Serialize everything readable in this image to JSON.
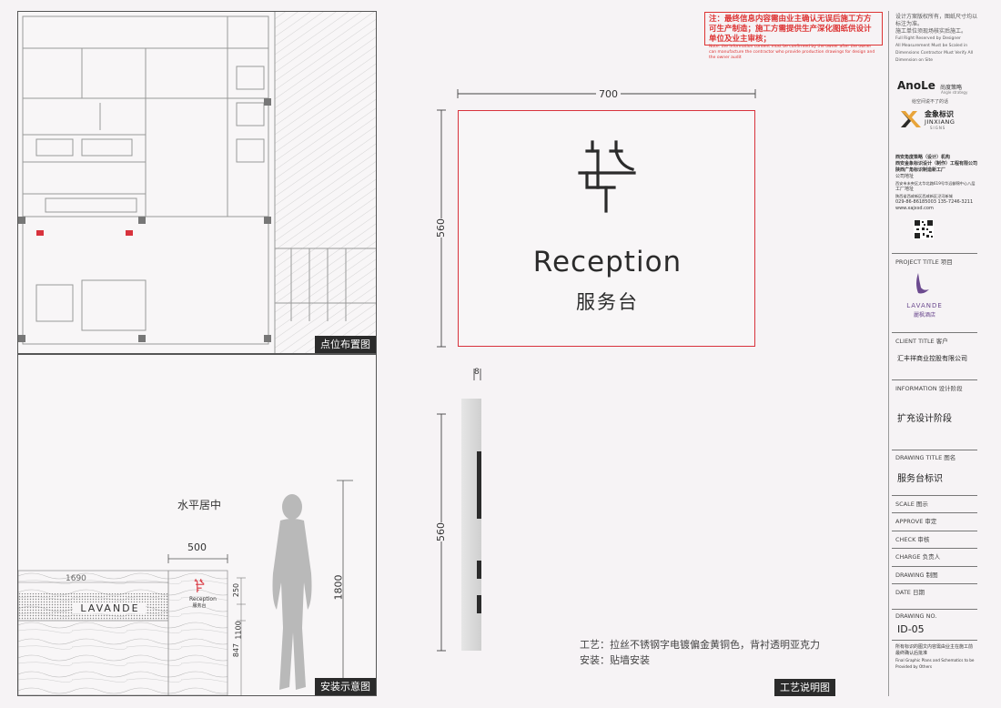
{
  "notice": {
    "main": "注：最终信息内容需由业主确认无误后施工方方可生产制造；施工方需提供生产深化图纸供设计单位及业主审核；",
    "sub": "Note: the information content must be confirmed by the owner after the owner can manufacture the contractor who provide production drawings for design and the owner audit"
  },
  "panels": {
    "plan_tag": "点位布置图",
    "install_tag": "安装示意图",
    "craft_tag": "工艺说明图"
  },
  "sign": {
    "width_dim": "700",
    "height_dim": "560",
    "title_en": "Reception",
    "title_cn": "服务台",
    "thickness_dim": "8",
    "side_height_dim": "560"
  },
  "install": {
    "center_note": "水平居中",
    "dim_500": "500",
    "dim_1690": "1690",
    "dim_1800": "1800",
    "dim_250": "250",
    "dim_1100": "1100",
    "dim_847": "847",
    "counter_brand": "LAVANDE",
    "small_sign_en": "Reception",
    "small_sign_cn": "服务台"
  },
  "craft": {
    "line1": "工艺：拉丝不锈钢字电镀偏金黄铜色，背衬透明亚克力",
    "line2": "安装：贴墙安装"
  },
  "title_block": {
    "intro_lines": [
      "设计方案版权所有，图纸尺寸均以标注为准。",
      "施工单位须现场核实后施工。",
      "Full Right Reserved by Designer",
      "All Measurement Must be Scaled in",
      "Dimensions Contractor Must Verify All",
      "Dimension on Site"
    ],
    "logo1_name": "AnoLe",
    "logo1_cn": "尚度策略",
    "logo1_sub": "Angle strategy",
    "logo1_slogan": "给空间说不了的话",
    "logo2_cn": "金象标识",
    "logo2_en": "JINXIANG",
    "logo2_sub": "SIGNS",
    "company_lines": [
      "西安角度策略（设计）机构",
      "西安金象标识设计（制作）工程有限公司",
      "陕西广角标识制造新工厂",
      "公司地址",
      "西安市未央区太华北路619号华远御锦中心八层",
      "工厂地址",
      "陕西省西咸新区西咸新区泾河新城",
      "029-86-86185003 135-7246-3211",
      "www.xajxsd.com"
    ],
    "project_title_label": "PROJECT TITLE 项目",
    "lavande_en": "LAVANDE",
    "lavande_cn": "麗枫酒店",
    "client_title_label": "CLIENT TITLE 客户",
    "client_value": "汇丰祥商业控股有限公司",
    "information_label": "INFORMATION 设计阶段",
    "information_value": "扩充设计阶段",
    "drawing_title_label": "DRAWING TITLE 图名",
    "drawing_title_value": "服务台标识",
    "scale_label": "SCALE 图示",
    "approve_label": "APPROVE 审定",
    "check_label": "CHECK 审核",
    "charge_label": "CHARGE 负责人",
    "drawing_label": "DRAWING 制图",
    "date_label": "DATE 日期",
    "drawing_no_label": "DRAWING NO.",
    "drawing_no_value": "ID-05",
    "footer_lines": [
      "所有标识的图文内容需由业主在施工前",
      "最终确认后批准",
      "Final Graphic Plans and Schematics to be",
      "Provided by Others"
    ]
  },
  "colors": {
    "accent_red": "#d8323c",
    "dark": "#2b2b2b",
    "lavande_purple": "#6c4a8f"
  }
}
